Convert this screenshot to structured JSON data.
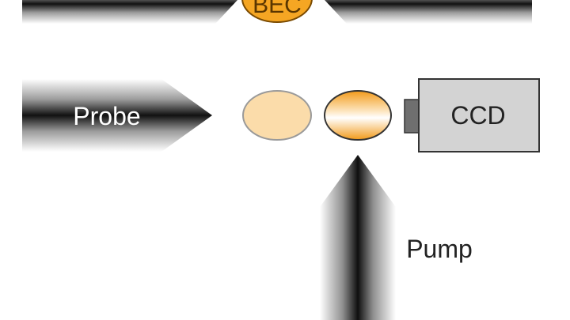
{
  "labels": {
    "bec": "BEC",
    "probe": "Probe",
    "ccd": "CCD",
    "pump": "Pump"
  },
  "colors": {
    "beam_dark": "#1a1a1a",
    "bec_fill": "#f5a623",
    "bec_outline": "#7a4a00",
    "cloud_light": "#fbdcaa",
    "cloud_outline": "#9a9a9a",
    "ccd_body": "#d3d3d3",
    "ccd_lens": "#6f6f6f",
    "outline": "#333333"
  }
}
